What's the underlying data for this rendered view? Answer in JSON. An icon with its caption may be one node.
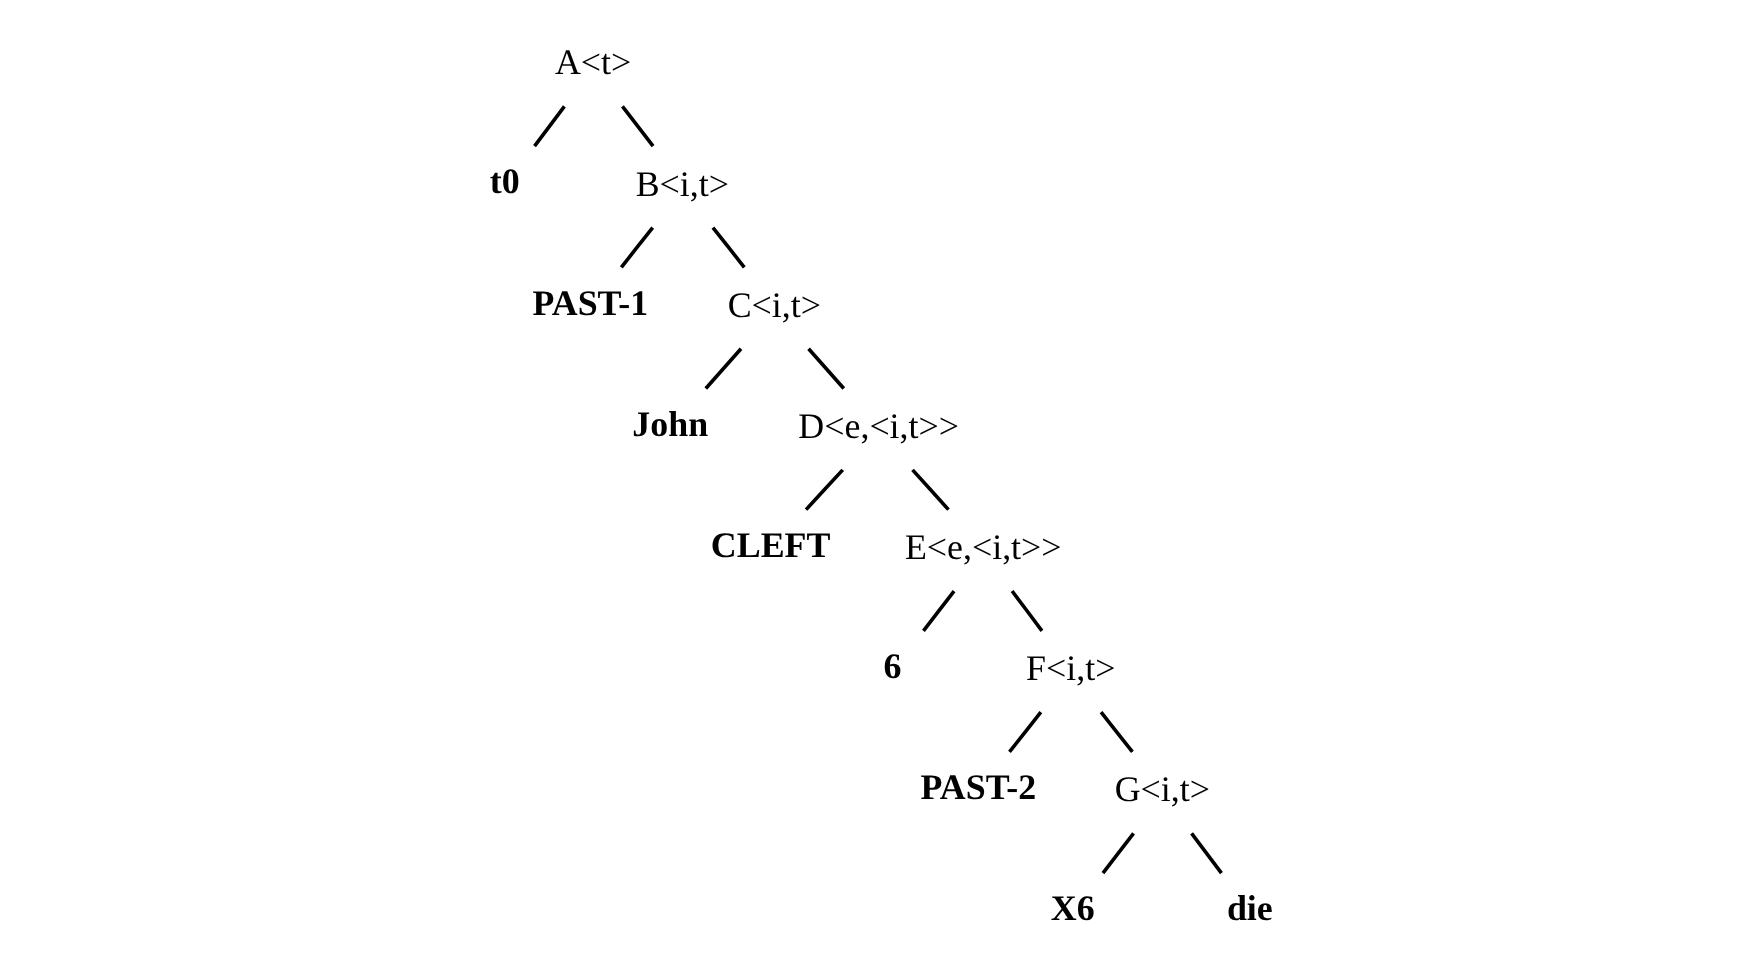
{
  "diagram": {
    "nodes": [
      {
        "text": [
          "A<t>"
        ]
      },
      {
        "text": [
          "t0"
        ]
      },
      {
        "text": [
          "B<i,t>"
        ]
      },
      {
        "text": [
          "PAST-1"
        ]
      },
      {
        "text": [
          "C<i,t>"
        ]
      },
      {
        "text": [
          "John"
        ]
      },
      {
        "text": [
          "D<e,<i,t>>"
        ]
      },
      {
        "text": [
          "CLEFT"
        ]
      },
      {
        "text": [
          "E<e,<i,t>>"
        ]
      },
      {
        "text": [
          "6"
        ]
      },
      {
        "text": [
          "F<i,t>"
        ]
      },
      {
        "text": [
          "PAST-2"
        ]
      },
      {
        "text": [
          "G<i,t>"
        ]
      },
      {
        "text": [
          "X6"
        ]
      },
      {
        "text": [
          "die"
        ]
      }
    ],
    "edges": [
      {
        "from": 0,
        "to": 1,
        "arrow": "none"
      },
      {
        "from": 0,
        "to": 2,
        "arrow": "none"
      },
      {
        "from": 2,
        "to": 3,
        "arrow": "none"
      },
      {
        "from": 2,
        "to": 4,
        "arrow": "none"
      },
      {
        "from": 4,
        "to": 5,
        "arrow": "none"
      },
      {
        "from": 4,
        "to": 6,
        "arrow": "none"
      },
      {
        "from": 6,
        "to": 7,
        "arrow": "none"
      },
      {
        "from": 6,
        "to": 8,
        "arrow": "none"
      },
      {
        "from": 8,
        "to": 9,
        "arrow": "none"
      },
      {
        "from": 8,
        "to": 10,
        "arrow": "none"
      },
      {
        "from": 10,
        "to": 11,
        "arrow": "none"
      },
      {
        "from": 10,
        "to": 12,
        "arrow": "none"
      },
      {
        "from": 12,
        "to": 13,
        "arrow": "none"
      },
      {
        "from": 12,
        "to": 14,
        "arrow": "none"
      }
    ]
  }
}
